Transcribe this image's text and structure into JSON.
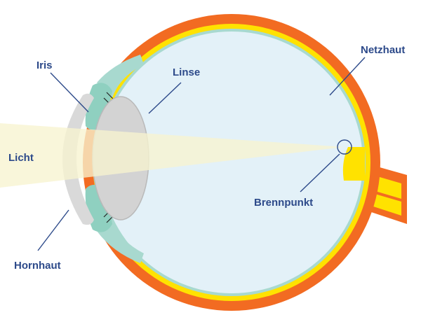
{
  "labels": {
    "iris": "Iris",
    "linse": "Linse",
    "netzhaut": "Netzhaut",
    "licht": "Licht",
    "brennpunkt": "Brennpunkt",
    "hornhaut": "Hornhaut"
  },
  "colors": {
    "sclera": "#f26b22",
    "retina": "#ffe200",
    "choroid": "#a8d9cf",
    "vitreous": "#e3f1f8",
    "iris": "#8fd0c0",
    "lens": "#d3d3d3",
    "cornea": "#d9d9d9",
    "light_beam": "#f7f3cf",
    "label_text": "#2d4a8a"
  }
}
